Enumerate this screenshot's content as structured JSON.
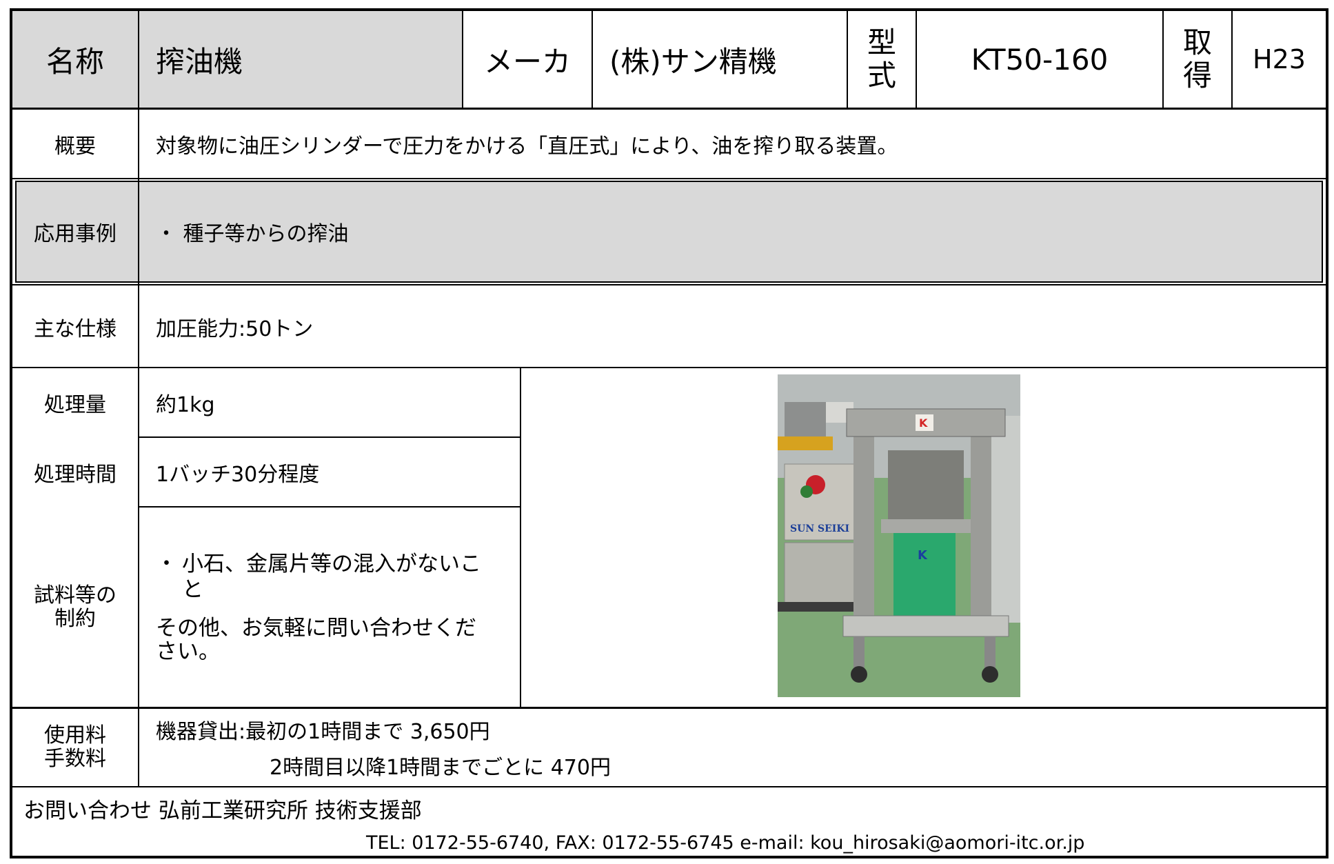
{
  "header": {
    "name_label": "名称",
    "name_value": "搾油機",
    "maker_label": "メーカ",
    "maker_value": "(株)サン精機",
    "model_label_1": "型",
    "model_label_2": "式",
    "model_value": "KT50-160",
    "acquired_label_1": "取",
    "acquired_label_2": "得",
    "acquired_value": "H23"
  },
  "overview": {
    "label": "概要",
    "text": "対象物に油圧シリンダーで圧力をかける「直圧式」により、油を搾り取る装置。"
  },
  "application": {
    "label": "応用事例",
    "text": "・ 種子等からの搾油"
  },
  "specs": {
    "label": "主な仕様",
    "text": "加圧能力:50トン"
  },
  "capacity": {
    "label": "処理量",
    "text": "約1kg"
  },
  "time": {
    "label": "処理時間",
    "text": "1バッチ30分程度"
  },
  "constraints": {
    "label_1": "試料等の",
    "label_2": "制約",
    "item_bullet": "・",
    "item_line1": "小石、金属片等の混入がないこ",
    "item_line2": "と",
    "note_line1": "その他、お気軽に問い合わせくだ",
    "note_line2": "さい。"
  },
  "photo": {
    "brand_text": "SUN SEIKI",
    "logo_text": "K"
  },
  "fees": {
    "label_1": "使用料",
    "label_2": "手数料",
    "line1": "機器貸出:最初の1時間まで 3,650円",
    "line2": "2時間目以降1時間までごとに 470円"
  },
  "contact": {
    "title": "お問い合わせ 弘前工業研究所 技術支援部",
    "details": "TEL: 0172-55-6740, FAX: 0172-55-6745 e-mail: kou_hirosaki@aomori-itc.or.jp"
  }
}
